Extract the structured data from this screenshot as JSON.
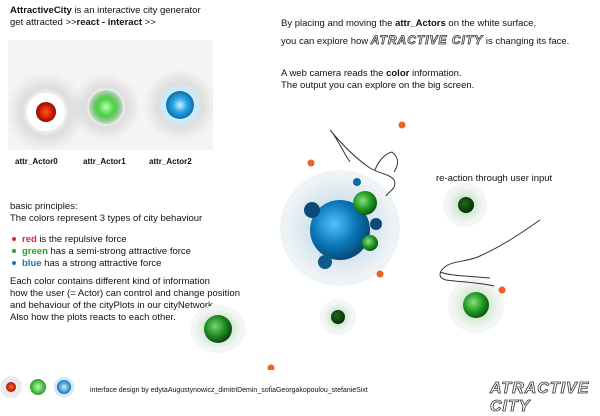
{
  "header": {
    "app_name": "AttractiveCity",
    "tagline_rest": " is an interactive city generator",
    "line2_prefix": "get attracted >>",
    "line2_bold": "react - interact",
    "line2_suffix": " >>"
  },
  "actors": [
    {
      "label": "attr_Actor0",
      "color": "#e02a10"
    },
    {
      "label": "attr_Actor1",
      "color": "#2fb02a"
    },
    {
      "label": "attr_Actor2",
      "color": "#1a8fd4"
    }
  ],
  "principles": {
    "title": "basic principles:",
    "subtitle": "The colors represent 3 types of city behaviour",
    "items": [
      {
        "word": "red",
        "rest": " is the repulsive force",
        "color": "#e22828"
      },
      {
        "word": "green",
        "rest": " has a semi-strong attractive force",
        "color": "#2aa02a"
      },
      {
        "word": "blue",
        "rest": " has a strong attractive force",
        "color": "#1778b6"
      }
    ],
    "para": [
      "Each color contains different kind of information",
      "how the user (= Actor) can control and change position",
      "and behaviour of the cityPlots in our cityNetwork.",
      "Also how the plots reacts to each other."
    ]
  },
  "right": {
    "l1_prefix": "By placing and moving the ",
    "l1_bold": "attr_Actors",
    "l1_suffix": " on the white surface,",
    "l2_prefix": "you can explore how ",
    "l2_logo": "ATRACTIVE CITY",
    "l2_suffix": " is changing its face.",
    "l3_prefix": "A web camera reads the ",
    "l3_bold": "color",
    "l3_suffix": " information.",
    "l4": "The output you can explore on the big screen.",
    "reaction": "re-action through user input"
  },
  "footer": {
    "credits": "interface design by edytaAugustynowicz_dimitriDemin_sofiaGeorgakopoulou_stefanieSixt",
    "logo": "ATRACTIVE CITY"
  }
}
